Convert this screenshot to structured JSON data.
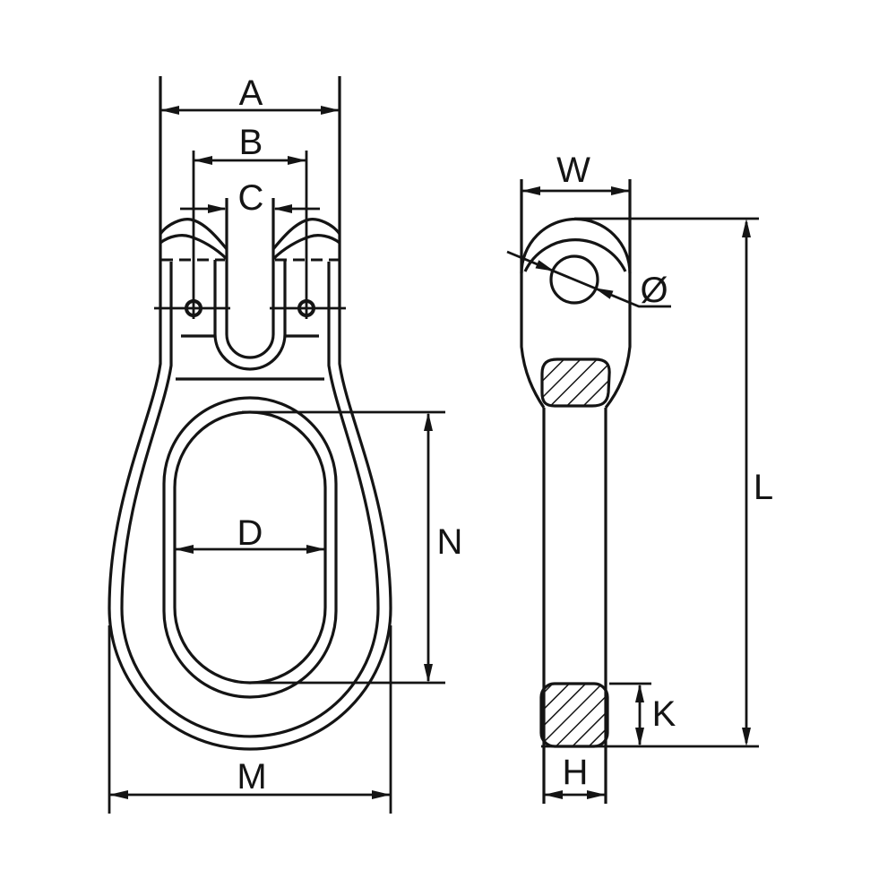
{
  "drawing": {
    "background": "#ffffff",
    "line_color": "#141414",
    "labels": {
      "A": "A",
      "B": "B",
      "C": "C",
      "D": "D",
      "N": "N",
      "M": "M",
      "W": "W",
      "diameter": "Ø",
      "L": "L",
      "K": "K",
      "H": "H"
    }
  }
}
